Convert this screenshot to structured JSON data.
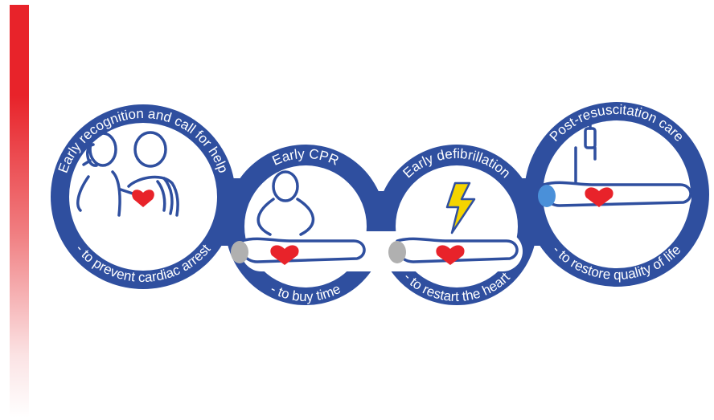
{
  "colors": {
    "accent_bar": "#e8232a",
    "chain_blue": "#2f4f9f",
    "heart_red": "#e8232a",
    "bolt_yellow": "#f5d400",
    "head_gray": "#b0b0b0",
    "head_blue": "#4a90d9"
  },
  "links": [
    {
      "top_text": "Early recognition and call for help",
      "bottom_text": "- to prevent cardiac arrest",
      "icon": "rescuer-calling-icon"
    },
    {
      "top_text": "Early CPR",
      "bottom_text": "- to buy time",
      "icon": "cpr-icon"
    },
    {
      "top_text": "Early defibrillation",
      "bottom_text": "- to restart the heart",
      "icon": "defibrillation-icon"
    },
    {
      "top_text": "Post-resuscitation care",
      "bottom_text": "- to restore quality of life",
      "icon": "post-care-icon"
    }
  ]
}
